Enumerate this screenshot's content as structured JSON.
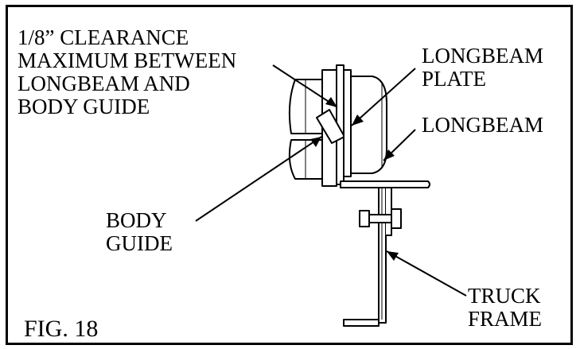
{
  "figure": {
    "title": "FIG. 18",
    "labels": {
      "clearance": [
        "1/8” CLEARANCE",
        "MAXIMUM BETWEEN",
        "LONGBEAM AND",
        "BODY GUIDE"
      ],
      "longbeam_plate": [
        "LONGBEAM",
        "PLATE"
      ],
      "longbeam": [
        "LONGBEAM"
      ],
      "body_guide": [
        "BODY",
        "GUIDE"
      ],
      "truck_frame": [
        "TRUCK",
        "FRAME"
      ]
    }
  }
}
